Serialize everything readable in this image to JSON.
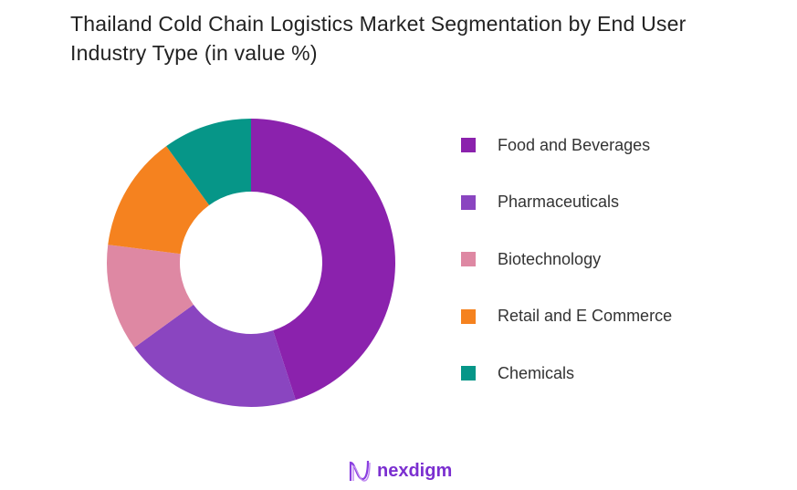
{
  "chart_data": {
    "type": "pie",
    "donut": true,
    "title": "Thailand Cold Chain Logistics Market Segmentation by End User Industry Type (in value %)",
    "categories": [
      "Food and Beverages",
      "Pharmaceuticals",
      "Biotechnology",
      "Retail and E Commerce",
      "Chemicals"
    ],
    "values": [
      45,
      20,
      12,
      13,
      10
    ],
    "colors": [
      "#8b22ad",
      "#8a45c0",
      "#de88a3",
      "#f5821f",
      "#069688"
    ],
    "legend_position": "right"
  },
  "logo": {
    "text": "nexdigm",
    "color": "#7b2fd0"
  }
}
